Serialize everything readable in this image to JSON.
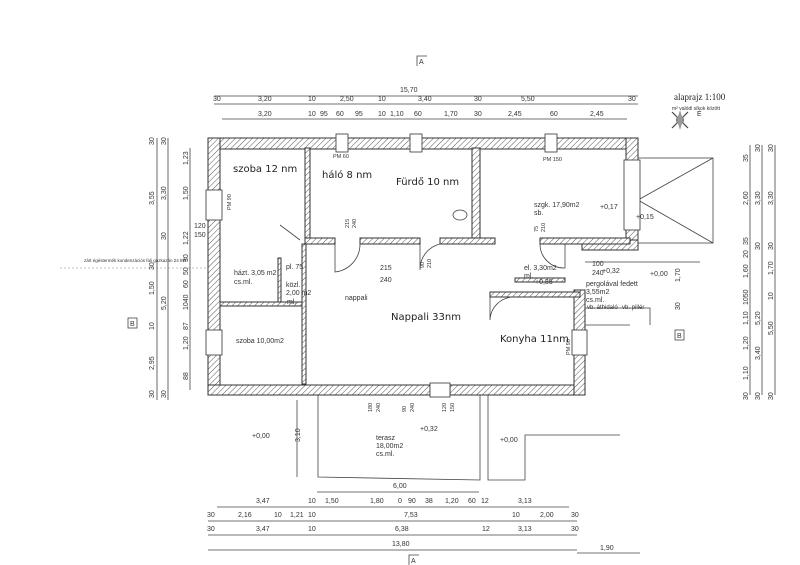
{
  "header": {
    "title": "alaprajz 1:100",
    "subtitle": "m² valódi síkok között",
    "north_label": "É",
    "section_a": "A",
    "section_b": "B"
  },
  "note_left": "zárt égéstermék kondenzációs fali gázkazán 24 kW",
  "rooms": {
    "szoba1": "szoba 12 nm",
    "halo": "háló 8 nm",
    "furdo": "Fürdő 10 nm",
    "szgk": "szgk. 17,90m2",
    "szgk_floor": "sb.",
    "hazt": "házt. 3,05 m2",
    "hazt_floor": "cs.ml.",
    "pl": "pl. 75",
    "kozl": "közl.",
    "kozl_area": "2,00 m2",
    "kozl_floor": "ml.",
    "nappali_small": "nappali",
    "nappali": "Nappali 33nm",
    "konyha": "Konyha 11nm",
    "szoba2": "szoba 10,00m2",
    "el": "el. 3,30m2",
    "el_floor": "ml.",
    "pergola": "pergolával fedett",
    "pergola_area": "3,55m2",
    "pergola_floor": "cs.ml.",
    "athidalo": "vb. áthidaló",
    "piller": "vb. pillér",
    "terasz": "terasz",
    "terasz_area": "18,00m2",
    "terasz_floor": "cs.ml.",
    "pm_halo": "PM 60",
    "pm_szgk": "PM 150",
    "pm_szoba": "PM 90",
    "pm_konyha": "PM 90"
  },
  "levels": {
    "szgk": "+0,17",
    "szgk_door": "+0,15",
    "el": "+0,35",
    "pergola": "+0,32",
    "outside_right": "+0,00",
    "outside_left": "+0,00",
    "terasz": "+0,32",
    "outside_bottom": "+0,00"
  },
  "dims_top": {
    "total": "15,70",
    "row2": [
      "30",
      "3,20",
      "10",
      "2,50",
      "10",
      "3,40",
      "30",
      "5,50",
      "30"
    ],
    "row3": [
      "3,20",
      "10",
      "95",
      "60",
      "95",
      "10",
      "1,10",
      "60",
      "1,70",
      "30",
      "2,45",
      "60",
      "2,45"
    ]
  },
  "dims_bottom": {
    "terasz_width": "6,00",
    "terasz_depth": "3,10",
    "row1": [
      "3,47",
      "10",
      "1,50",
      "1,80",
      "0",
      "90",
      "38",
      "1,20",
      "60",
      "12",
      "3,13"
    ],
    "row2": [
      "30",
      "2,16",
      "10",
      "1,21",
      "10",
      "7,53",
      "10",
      "2,00",
      "30"
    ],
    "row3": [
      "30",
      "3,47",
      "10",
      "6,38",
      "12",
      "3,13",
      "30"
    ],
    "total": "13,80",
    "extra": "1,90"
  },
  "dims_left": {
    "col1": [
      "30",
      "3,55",
      "30",
      "1,50",
      "10",
      "2,95",
      "30"
    ],
    "col2": [
      "30",
      "3,30",
      "30",
      "5,20",
      "30"
    ],
    "col3": [
      "1,23",
      "1,50",
      "1,22",
      "30",
      "50",
      "60",
      "1040",
      "87",
      "1,20",
      "88"
    ]
  },
  "dims_right": {
    "col1": [
      "35",
      "2,60",
      "35",
      "20",
      "1,60",
      "1050",
      "1,10",
      "1,20",
      "1,10",
      "30"
    ],
    "col2": [
      "30",
      "3,30",
      "30",
      "5,20",
      "3,40",
      "30"
    ],
    "col3": [
      "30",
      "3,30",
      "30",
      "1,70",
      "10",
      "5,50",
      "30"
    ],
    "right_small": [
      "1,70",
      "30",
      "1,60",
      "30"
    ]
  },
  "openings": [
    "120",
    "150",
    "100",
    "240",
    "215",
    "240",
    "90",
    "210",
    "75",
    "210",
    "180",
    "240",
    "90",
    "240",
    "120",
    "150"
  ]
}
